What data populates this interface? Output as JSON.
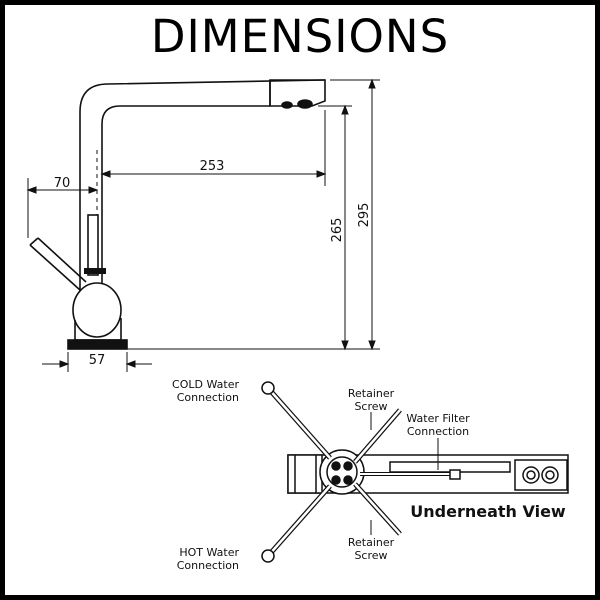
{
  "title": "DIMENSIONS",
  "dimensions": {
    "spout_reach": "253",
    "body_offset": "70",
    "height_inner": "265",
    "height_total": "295",
    "base_width": "57"
  },
  "underneath": {
    "heading": "Underneath View",
    "cold": [
      "COLD Water",
      "Connection"
    ],
    "hot": [
      "HOT Water",
      "Connection"
    ],
    "retainer_top": [
      "Retainer",
      "Screw"
    ],
    "retainer_bottom": [
      "Retainer",
      "Screw"
    ],
    "filter": [
      "Water Filter",
      "Connection"
    ]
  }
}
